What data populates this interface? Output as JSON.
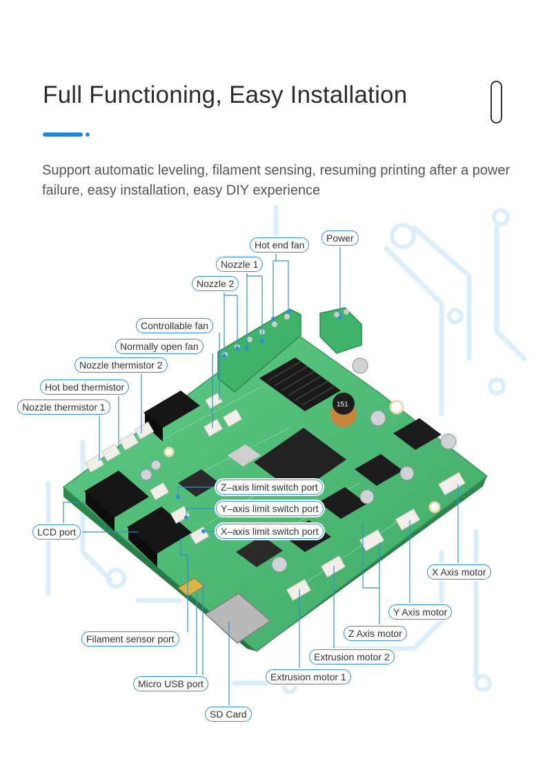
{
  "title": "Full Functioning, Easy Installation",
  "subtitle": "Support automatic leveling, filament sensing, resuming printing after a power failure, easy installation, easy DIY experience",
  "colors": {
    "accent": "#1e87e5",
    "board": "#4cc07a",
    "heatsink": "#1c1c1c",
    "terminal": "#3fb36a",
    "label_border": "#2e8fd8"
  },
  "labels": {
    "hot_end_fan": "Hot end fan",
    "power": "Power",
    "nozzle_1": "Nozzle 1",
    "nozzle_2": "Nozzle 2",
    "controllable_fan": "Controllable fan",
    "normally_open_fan": "Normally open fan",
    "nozzle_thermistor_2": "Nozzle thermistor 2",
    "hot_bed_thermistor": "Hot bed thermistor",
    "nozzle_thermistor_1": "Nozzle thermistor 1",
    "z_limit": "Z–axis limit switch port",
    "y_limit": "Y–axis limit switch port",
    "x_limit": "X–axis limit switch port",
    "lcd_port": "LCD port",
    "x_axis_motor": "X Axis motor",
    "y_axis_motor": "Y Axis motor",
    "z_axis_motor": "Z Axis motor",
    "extrusion_motor_2": "Extrusion motor 2",
    "extrusion_motor_1": "Extrusion motor 1",
    "filament_sensor_port": "Filament sensor port",
    "micro_usb_port": "Micro USB port",
    "sd_card": "SD Card"
  },
  "board_markings": {
    "inductor": "151"
  }
}
